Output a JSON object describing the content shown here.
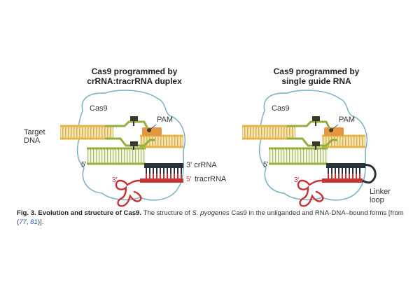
{
  "panels": [
    {
      "title_line1": "Cas9 programmed by",
      "title_line2": "crRNA:tracrRNA duplex",
      "protein_label": "Cas9",
      "pam_label": "PAM",
      "target_label_line1": "Target",
      "target_label_line2": "DNA",
      "five_prime_dna": "5′",
      "crrna_label": "3′ crRNA",
      "tracr_prime": "5′",
      "tracr_label": "tracrRNA",
      "three_prime_tracr": "3′"
    },
    {
      "title_line1": "Cas9 programmed by",
      "title_line2": "single guide RNA",
      "protein_label": "Cas9",
      "pam_label": "PAM",
      "five_prime_dna": "5′",
      "three_prime_tracr": "3′",
      "linker_line1": "Linker",
      "linker_line2": "loop"
    }
  ],
  "caption": {
    "heading": "Fig. 3. Evolution and structure of Cas9.",
    "text1": " The structure of ",
    "species": "S. pyogenes",
    "text2": " Cas9 in the unliganded and RNA-DNA–bound forms [from (",
    "ref1": "77",
    "sep": ", ",
    "ref2": "81",
    "text3": ")]."
  },
  "colors": {
    "dna_strand": "#e3b54a",
    "dna_ladder": "#f4e4b0",
    "rna_green": "#93ae3c",
    "rna_green_dark": "#5a7a1f",
    "crrna_dark": "#283238",
    "tracr_red": "#c83232",
    "pam_orange": "#e59640",
    "cas9_outline": "#7fb3c8",
    "hairpin": "#3a3a2a"
  }
}
